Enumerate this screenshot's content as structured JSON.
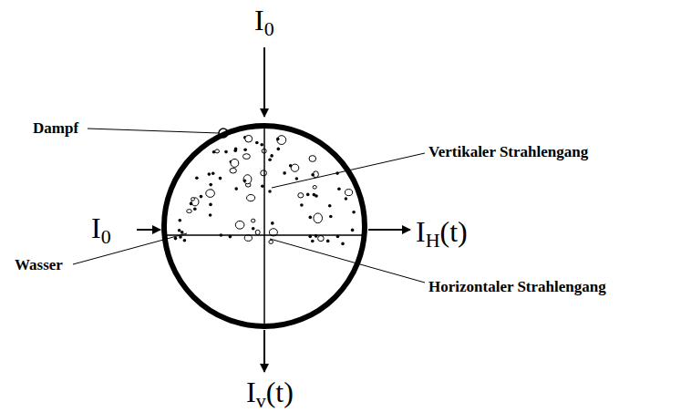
{
  "diagram": {
    "labels": [
      "I0",
      "I0",
      "IH(t)",
      "Iv(t)",
      "Dampf",
      "Wasser",
      "Vertikaler Strahlengang",
      "Horizontaler Strahlengang"
    ]
  }
}
